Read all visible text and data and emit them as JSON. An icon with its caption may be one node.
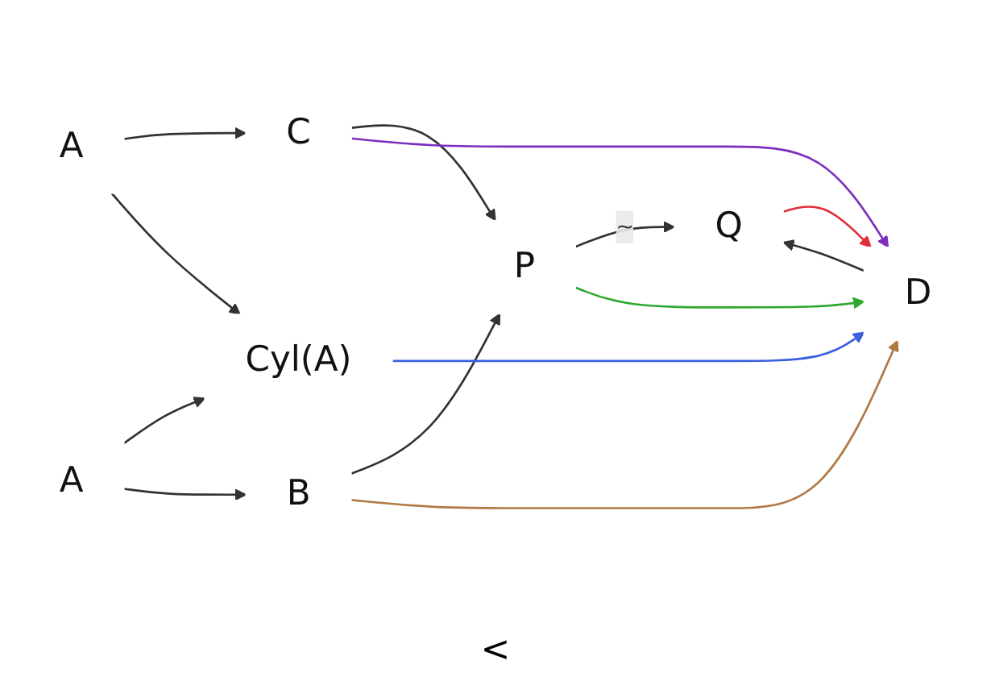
{
  "diagram": {
    "nodes": [
      {
        "text": [
          "A"
        ]
      },
      {
        "text": [
          "A"
        ]
      },
      {
        "text": [
          "C"
        ]
      },
      {
        "text": [
          "Cyl(A)"
        ]
      },
      {
        "text": [
          "B"
        ]
      },
      {
        "text": [
          "P"
        ]
      },
      {
        "text": [
          "Q"
        ]
      },
      {
        "text": [
          "D"
        ]
      }
    ],
    "edges": [
      {
        "from": 0,
        "to": 2,
        "arrow": "to"
      },
      {
        "from": 0,
        "to": 3,
        "arrow": "to"
      },
      {
        "from": 1,
        "to": 3,
        "arrow": "to"
      },
      {
        "from": 1,
        "to": 4,
        "arrow": "to"
      },
      {
        "from": 2,
        "to": 5,
        "arrow": "to"
      },
      {
        "from": 4,
        "to": 5,
        "arrow": "to"
      },
      {
        "from": 5,
        "to": 6,
        "arrow": "to",
        "label": "~"
      },
      {
        "from": 2,
        "to": 7,
        "arrow": "to",
        "color": "#7b2fbf"
      },
      {
        "from": 3,
        "to": 7,
        "arrow": "to",
        "color": "#3a5fe0"
      },
      {
        "from": 4,
        "to": 7,
        "arrow": "to",
        "color": "#b07a45"
      },
      {
        "from": 5,
        "to": 7,
        "arrow": "to",
        "color": "#2ea82e"
      },
      {
        "from": 6,
        "to": 7,
        "arrow": "to",
        "color": "#e0303a"
      },
      {
        "from": 7,
        "to": 6,
        "arrow": "to"
      }
    ],
    "labels": [
      "<"
    ]
  }
}
